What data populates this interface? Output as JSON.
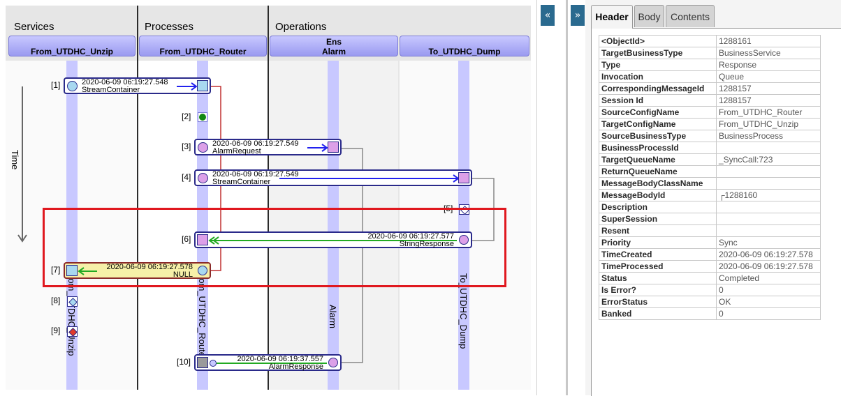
{
  "columns": {
    "services": "Services",
    "processes": "Processes",
    "operations": "Operations"
  },
  "hosts": [
    {
      "line1": "",
      "line2": "From_UTDHC_Unzip"
    },
    {
      "line1": "",
      "line2": "From_UTDHC_Router"
    },
    {
      "line1": "Ens",
      "line2": "Alarm"
    },
    {
      "line1": "",
      "line2": "To_UTDHC_Dump"
    }
  ],
  "lane_labels": {
    "unzip": "From_UTDHC_Unzip",
    "router": "From_UTDHC_Router",
    "alarm": "Alarm",
    "dump": "To_UTDHC_Dump"
  },
  "time_label": "Time",
  "steps": [
    "[1]",
    "[2]",
    "[3]",
    "[4]",
    "[5]",
    "[6]",
    "[7]",
    "[8]",
    "[9]",
    "[10]"
  ],
  "messages": [
    {
      "timestamp": "2020-06-09 06:19:27.548",
      "name": "StreamContainer"
    },
    {
      "timestamp": "2020-06-09 06:19:27.549",
      "name": "AlarmRequest"
    },
    {
      "timestamp": "2020-06-09 06:19:27.549",
      "name": "StreamContainer"
    },
    {
      "timestamp": "2020-06-09 06:19:27.577",
      "name": "StringResponse"
    },
    {
      "timestamp": "2020-06-09 06:19:27.578",
      "name": "NULL"
    },
    {
      "timestamp": "2020-06-09 06:19:37.557",
      "name": "AlarmResponse"
    }
  ],
  "collapse_left_label": "«",
  "expand_right_label": "»",
  "tabs": [
    {
      "label": "Header",
      "active": true
    },
    {
      "label": "Body",
      "active": false
    },
    {
      "label": "Contents",
      "active": false
    }
  ],
  "header_rows": [
    {
      "key": "<ObjectId>",
      "value": "1288161"
    },
    {
      "key": "TargetBusinessType",
      "value": "BusinessService"
    },
    {
      "key": "Type",
      "value": "Response"
    },
    {
      "key": "Invocation",
      "value": "Queue"
    },
    {
      "key": "CorrespondingMessageId",
      "value": "1288157"
    },
    {
      "key": "Session Id",
      "value": "1288157"
    },
    {
      "key": "SourceConfigName",
      "value": "From_UTDHC_Router"
    },
    {
      "key": "TargetConfigName",
      "value": "From_UTDHC_Unzip"
    },
    {
      "key": "SourceBusinessType",
      "value": "BusinessProcess"
    },
    {
      "key": "BusinessProcessId",
      "value": ""
    },
    {
      "key": "TargetQueueName",
      "value": "_SyncCall:723"
    },
    {
      "key": "ReturnQueueName",
      "value": ""
    },
    {
      "key": "MessageBodyClassName",
      "value": ""
    },
    {
      "key": "MessageBodyId",
      "value": "┌1288160"
    },
    {
      "key": "Description",
      "value": ""
    },
    {
      "key": "SuperSession",
      "value": ""
    },
    {
      "key": "Resent",
      "value": ""
    },
    {
      "key": "Priority",
      "value": "Sync"
    },
    {
      "key": "TimeCreated",
      "value": "2020-06-09 06:19:27.578"
    },
    {
      "key": "TimeProcessed",
      "value": "2020-06-09 06:19:27.578"
    },
    {
      "key": "Status",
      "value": "Completed"
    },
    {
      "key": "Is Error?",
      "value": "0"
    },
    {
      "key": "ErrorStatus",
      "value": "OK"
    },
    {
      "key": "Banked",
      "value": "0"
    }
  ],
  "colors": {
    "lane": "#c8c8ff",
    "request_arrow": "#2222ee",
    "response_arrow": "#22aa22",
    "highlight": "#e0181f",
    "router_link": "#c03030",
    "tab_accent": "#2a6a8f"
  }
}
